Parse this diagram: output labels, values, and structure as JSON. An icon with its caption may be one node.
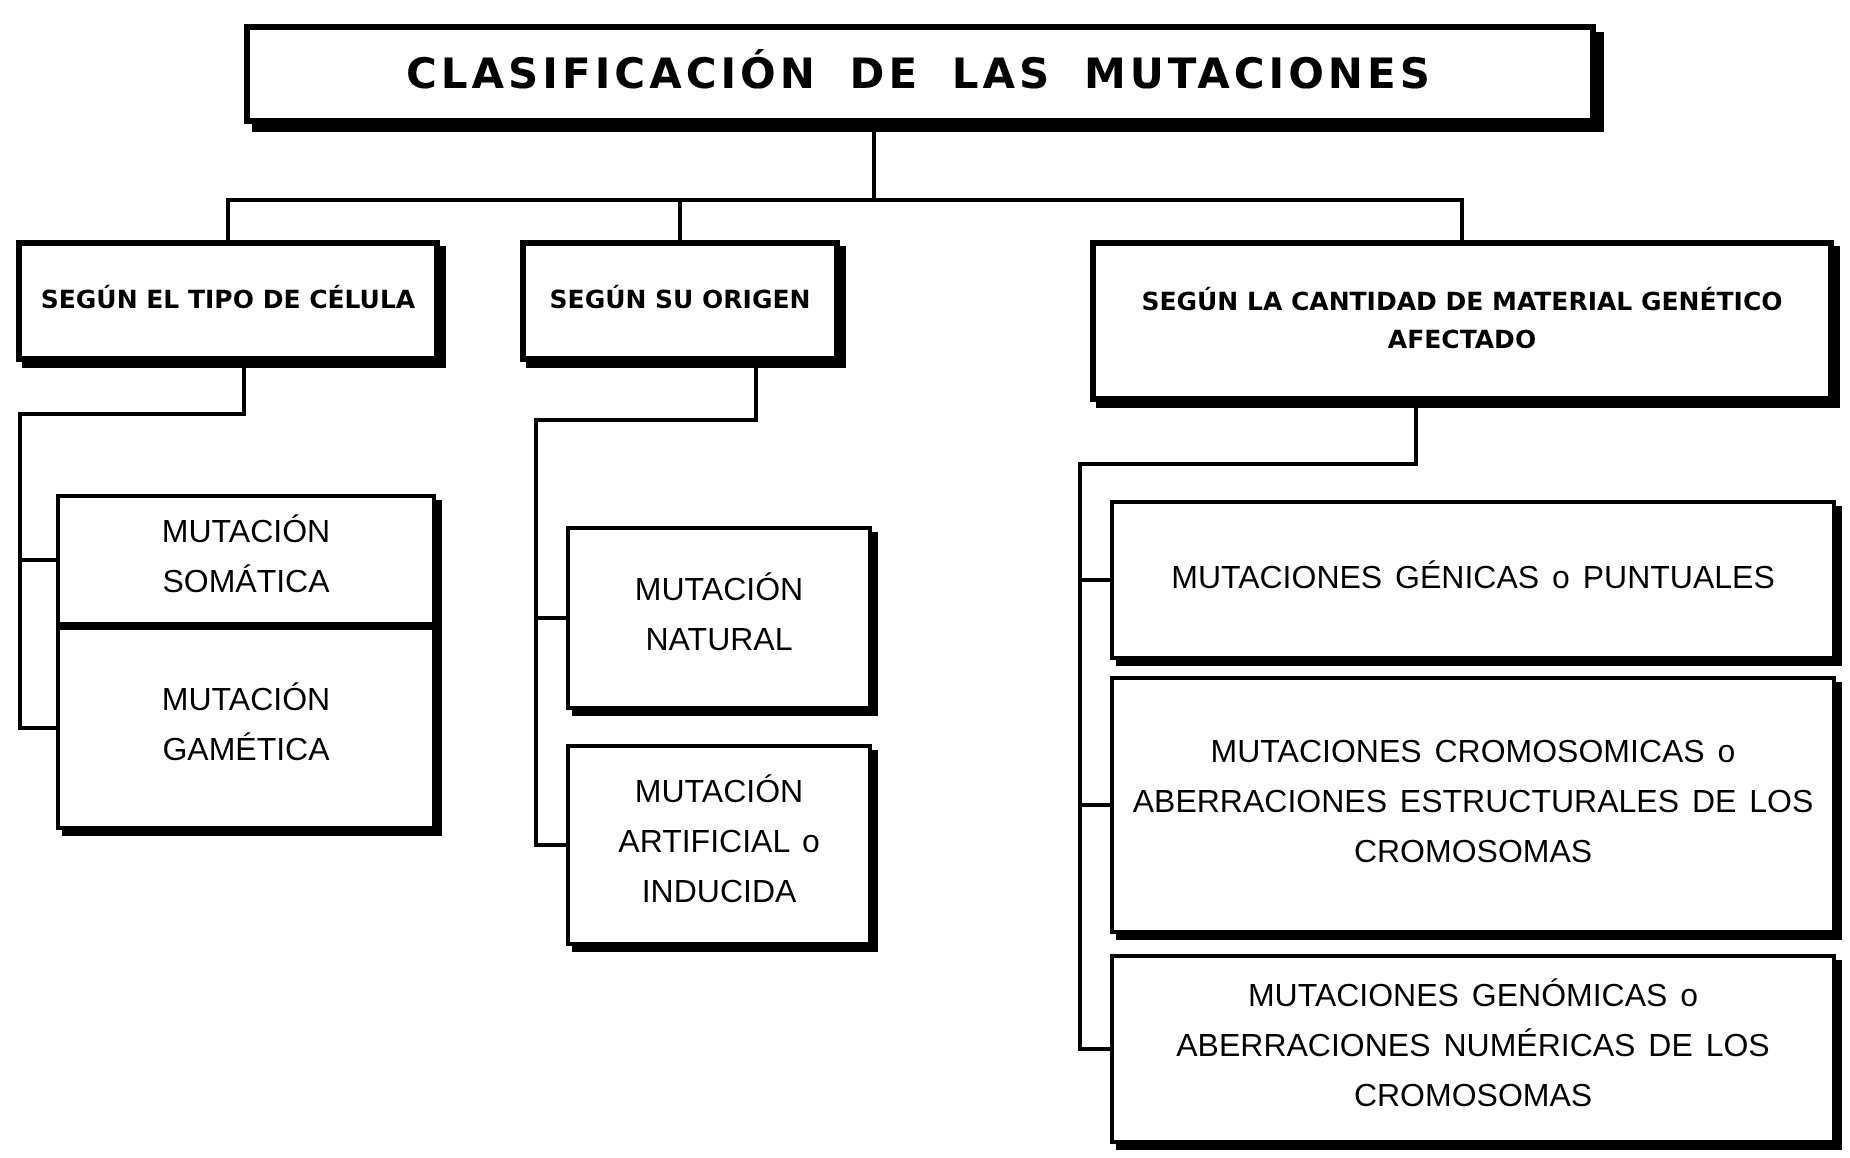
{
  "diagram": {
    "nodes": [
      {
        "text": [
          "CLASIFICACIÓN DE LAS MUTACIONES"
        ]
      },
      {
        "text": [
          "SEGÚN EL TIPO DE CÉLULA"
        ]
      },
      {
        "text": [
          "SEGÚN SU ORIGEN"
        ]
      },
      {
        "text": [
          "SEGÚN LA CANTIDAD DE MATERIAL GENÉTICO AFECTADO"
        ]
      },
      {
        "text": [
          "MUTACIÓN SOMÁTICA"
        ]
      },
      {
        "text": [
          "MUTACIÓN GAMÉTICA"
        ]
      },
      {
        "text": [
          "MUTACIÓN NATURAL"
        ]
      },
      {
        "text": [
          "MUTACIÓN ARTIFICIAL o INDUCIDA"
        ]
      },
      {
        "text": [
          "MUTACIONES GÉNICAS o PUNTUALES"
        ]
      },
      {
        "text": [
          "MUTACIONES CROMOSOMICAS o ABERRACIONES ESTRUCTURALES DE LOS CROMOSOMAS"
        ]
      },
      {
        "text": [
          "MUTACIONES GENÓMICAS o ABERRACIONES NUMÉRICAS DE LOS CROMOSOMAS"
        ]
      }
    ],
    "edges": [
      {
        "from": 0,
        "to": 1,
        "arrow": "none"
      },
      {
        "from": 0,
        "to": 2,
        "arrow": "none"
      },
      {
        "from": 0,
        "to": 3,
        "arrow": "none"
      },
      {
        "from": 1,
        "to": 4,
        "arrow": "none"
      },
      {
        "from": 1,
        "to": 5,
        "arrow": "none"
      },
      {
        "from": 2,
        "to": 6,
        "arrow": "none"
      },
      {
        "from": 2,
        "to": 7,
        "arrow": "none"
      },
      {
        "from": 3,
        "to": 8,
        "arrow": "none"
      },
      {
        "from": 3,
        "to": 9,
        "arrow": "none"
      },
      {
        "from": 3,
        "to": 10,
        "arrow": "none"
      }
    ]
  }
}
